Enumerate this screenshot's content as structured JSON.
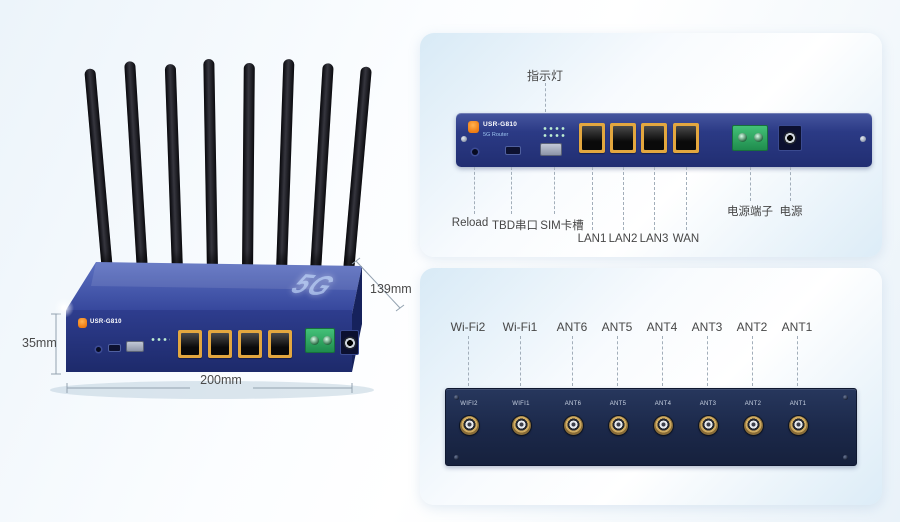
{
  "device": {
    "brand": "USR-G810",
    "tagline": "5G Router",
    "top_badge": "5G"
  },
  "photo": {
    "dim_depth": "139mm",
    "dim_height": "35mm",
    "dim_width": "200mm"
  },
  "rear_panel": {
    "indicator_label": "指示灯",
    "reload_label": "Reload",
    "serial_label": "TBD串口",
    "sim_label": "SIM卡槽",
    "lan1_label": "LAN1",
    "lan2_label": "LAN2",
    "lan3_label": "LAN3",
    "wan_label": "WAN",
    "power_terminal_label": "电源端子",
    "power_label": "电源"
  },
  "antenna_panel": {
    "callouts": [
      "Wi-Fi2",
      "Wi-Fi1",
      "ANT6",
      "ANT5",
      "ANT4",
      "ANT3",
      "ANT2",
      "ANT1"
    ],
    "port_labels": [
      "WIFI2",
      "WIFI1",
      "ANT6",
      "ANT5",
      "ANT4",
      "ANT3",
      "ANT2",
      "ANT1"
    ]
  },
  "colors": {
    "router_blue": "#2b3a8a",
    "accent_orange": "#ef7c12",
    "port_yellow": "#e3a73f",
    "terminal_green": "#2fa35f",
    "panel_navy": "#1d2a4d",
    "background_blue": "#d8eaf6"
  }
}
